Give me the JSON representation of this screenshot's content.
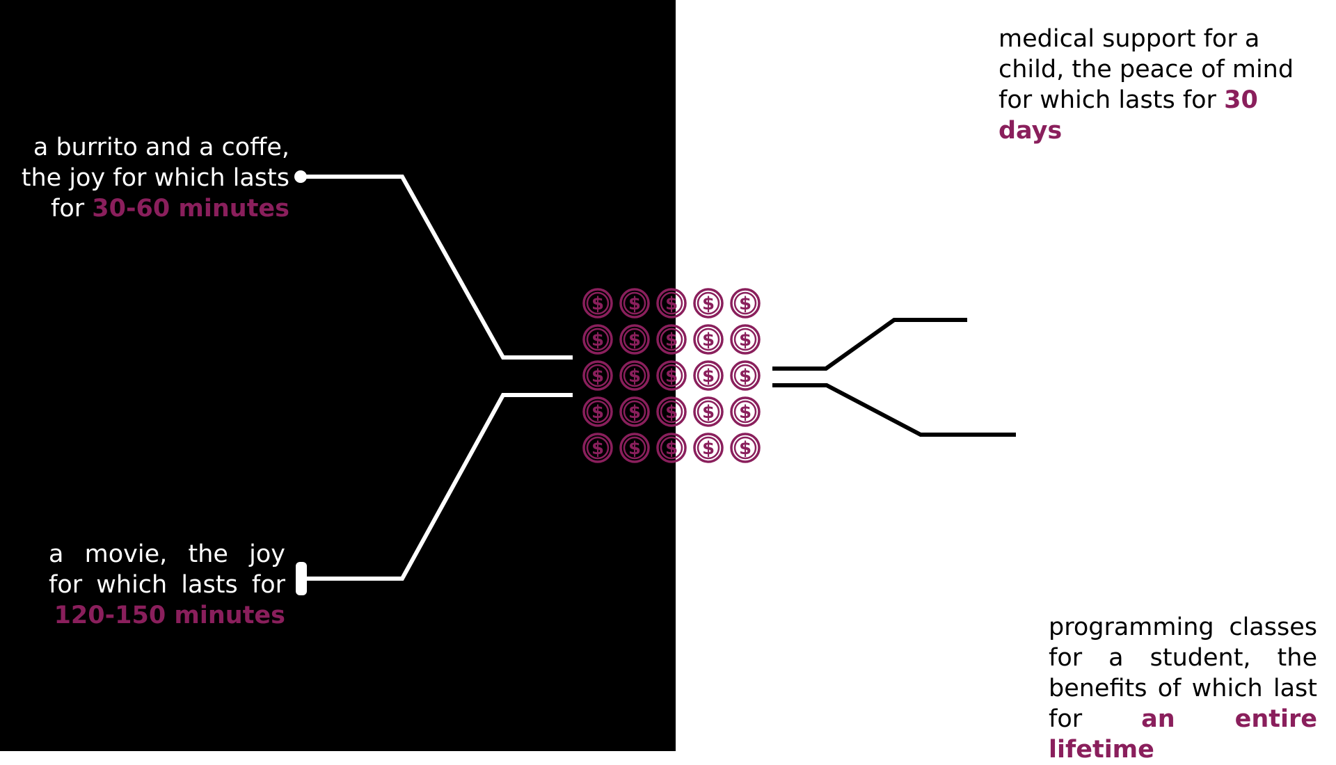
{
  "captions": {
    "burrito": {
      "text": "a burrito and a coffe, the joy for which lasts for",
      "highlight": "30-60 minutes"
    },
    "movie": {
      "text": "a movie, the joy for which lasts for",
      "highlight": "120-150 minutes"
    },
    "medical": {
      "text": "medical support for a child, the peace of mind for which lasts for",
      "highlight": "30 days"
    },
    "programming": {
      "text": "programming classes for a student, the benefits of which last for",
      "highlight": "an entire lifetime"
    }
  },
  "coin_symbol": "$",
  "coin_grid": {
    "rows": 5,
    "cols": 5
  },
  "colors": {
    "accent": "#8a1f5c",
    "dark_bg": "#000000",
    "light_bg": "#ffffff"
  },
  "icons": [
    "dollar-coin-icon"
  ]
}
